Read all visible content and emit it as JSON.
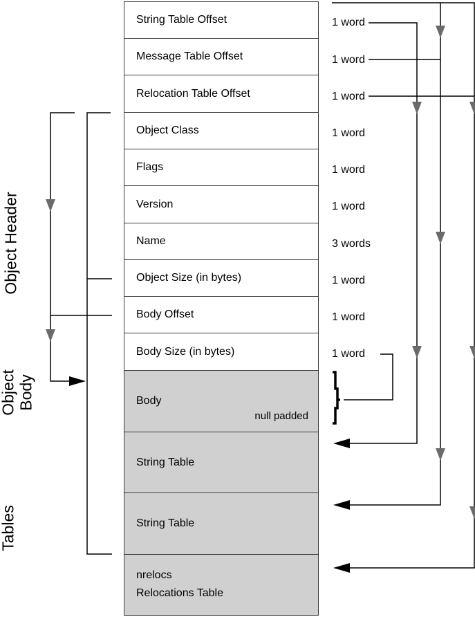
{
  "rows": [
    {
      "label": "String Table Offset",
      "size": "1 word"
    },
    {
      "label": "Message Table Offset",
      "size": "1 word"
    },
    {
      "label": "Relocation Table Offset",
      "size": "1 word"
    },
    {
      "label": "Object Class",
      "size": "1 word"
    },
    {
      "label": "Flags",
      "size": "1 word"
    },
    {
      "label": "Version",
      "size": "1 word"
    },
    {
      "label": "Name",
      "size": "3 words"
    },
    {
      "label": "Object Size (in bytes)",
      "size": "1 word"
    },
    {
      "label": "Body Offset",
      "size": "1 word"
    },
    {
      "label": "Body Size (in bytes)",
      "size": "1 word"
    }
  ],
  "body": {
    "label": "Body",
    "note": "null padded"
  },
  "string_table_1": "String Table",
  "string_table_2": "String Table",
  "relocations": {
    "line1": "nrelocs",
    "line2": "Relocations Table"
  },
  "section_labels": {
    "object_header": "Object Header",
    "object_body_line1": "Object",
    "object_body_line2": "Body",
    "tables": "Tables"
  },
  "colors": {
    "shaded": "#d0d0d0",
    "line": "#000000",
    "arrowhead_gray": "#6b6b6b"
  }
}
